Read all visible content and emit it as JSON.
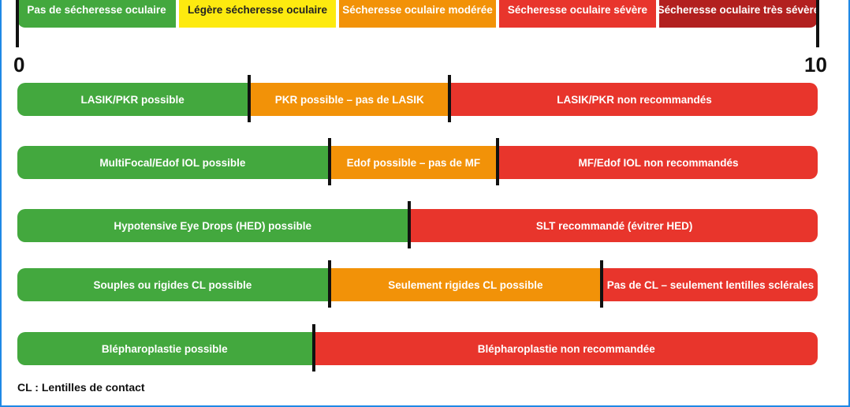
{
  "colors": {
    "green": "#43a83e",
    "yellow": "#fdea0f",
    "orange": "#f29208",
    "red": "#e8352c",
    "dark_red": "#b2201f",
    "blue_border": "#1e88e5"
  },
  "scale": {
    "min": 0,
    "max": 10,
    "min_label": "0",
    "max_label": "10"
  },
  "severity_scale": [
    {
      "label": "Pas de sécheresse oculaire",
      "from": 0,
      "to": 2,
      "color": "green"
    },
    {
      "label": "Légère sécheresse oculaire",
      "from": 2,
      "to": 4,
      "color": "yellow"
    },
    {
      "label": "Sécheresse oculaire modérée",
      "from": 4,
      "to": 6,
      "color": "orange"
    },
    {
      "label": "Sécheresse oculaire sévère",
      "from": 6,
      "to": 8,
      "color": "red"
    },
    {
      "label": "Sécheresse oculaire très sévère",
      "from": 8,
      "to": 10,
      "color": "dark_red"
    }
  ],
  "rows": [
    {
      "id": "lasik",
      "segments": [
        {
          "label": "LASIK/PKR possible",
          "from": 0,
          "to": 2.9,
          "color": "green"
        },
        {
          "label": "PKR possible – pas de LASIK",
          "from": 2.9,
          "to": 5.4,
          "color": "orange"
        },
        {
          "label": "LASIK/PKR non recommandés",
          "from": 5.4,
          "to": 10,
          "color": "red"
        }
      ]
    },
    {
      "id": "iol",
      "segments": [
        {
          "label": "MultiFocal/Edof IOL possible",
          "from": 0,
          "to": 3.9,
          "color": "green"
        },
        {
          "label": "Edof possible – pas de MF",
          "from": 3.9,
          "to": 6,
          "color": "orange"
        },
        {
          "label": "MF/Edof IOL non recommandés",
          "from": 6,
          "to": 10,
          "color": "red"
        }
      ]
    },
    {
      "id": "glaucoma",
      "segments": [
        {
          "label": "Hypotensive Eye Drops (HED) possible",
          "from": 0,
          "to": 4.9,
          "color": "green"
        },
        {
          "label": "SLT recommandé (évitrer HED)",
          "from": 4.9,
          "to": 10,
          "color": "red"
        }
      ]
    },
    {
      "id": "contact-lens",
      "segments": [
        {
          "label": "Souples ou rigides CL possible",
          "from": 0,
          "to": 3.9,
          "color": "green"
        },
        {
          "label": "Seulement rigides CL possible",
          "from": 3.9,
          "to": 7.3,
          "color": "orange"
        },
        {
          "label": "Pas de CL – seulement lentilles sclérales",
          "from": 7.3,
          "to": 10,
          "color": "red"
        }
      ]
    },
    {
      "id": "blepharoplasty",
      "segments": [
        {
          "label": "Blépharoplastie possible",
          "from": 0,
          "to": 3.7,
          "color": "green"
        },
        {
          "label": "Blépharoplastie non recommandée",
          "from": 3.7,
          "to": 10,
          "color": "red"
        }
      ]
    }
  ],
  "footnote": "CL : Lentilles de contact"
}
